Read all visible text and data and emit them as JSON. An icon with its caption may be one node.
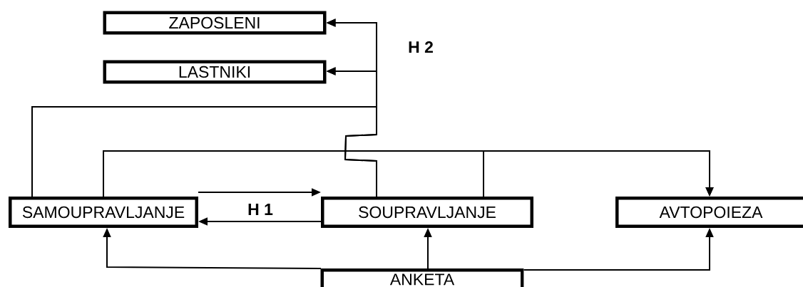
{
  "diagram": {
    "nodes": [
      {
        "text": [
          "ZAPOSLENI"
        ]
      },
      {
        "text": [
          "LASTNIKI"
        ]
      },
      {
        "text": [
          "SAMOUPRAVLJANJE"
        ]
      },
      {
        "text": [
          "SOUPRAVLJANJE"
        ]
      },
      {
        "text": [
          "AVTOPOIEZA"
        ]
      },
      {
        "text": [
          "ANKETA"
        ]
      }
    ],
    "edges": [
      {
        "from": 2,
        "to": 0,
        "arrow": "to"
      },
      {
        "from": 2,
        "to": 1,
        "arrow": "to"
      },
      {
        "from": 3,
        "to": 0,
        "arrow": "to"
      },
      {
        "from": 3,
        "to": 1,
        "arrow": "to"
      },
      {
        "from": 2,
        "to": 4,
        "arrow": "to"
      },
      {
        "from": 3,
        "to": 4,
        "arrow": "to"
      },
      {
        "from": 2,
        "to": 3,
        "arrow": "to"
      },
      {
        "from": 3,
        "to": 2,
        "arrow": "to"
      },
      {
        "from": 5,
        "to": 2,
        "arrow": "to"
      },
      {
        "from": 5,
        "to": 3,
        "arrow": "to"
      },
      {
        "from": 5,
        "to": 4,
        "arrow": "to"
      }
    ],
    "labels": [
      "H 2",
      "H 1"
    ]
  }
}
